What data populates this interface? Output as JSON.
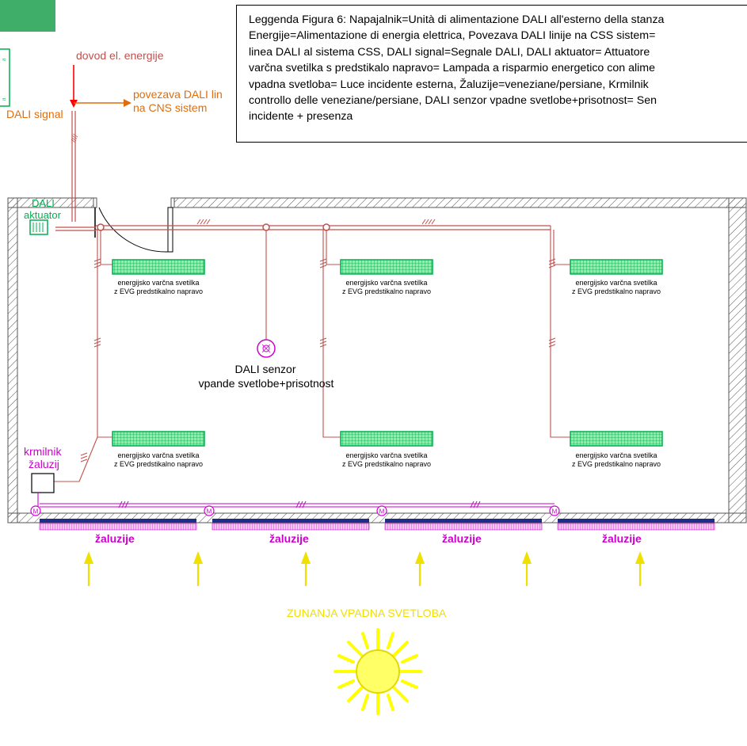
{
  "legend": {
    "lines": [
      "Leggenda Figura 6: Napajalnik=Unità di alimentazione DALI all'esterno della stanza",
      "Energije=Alimentazione di energia elettrica, Povezava DALI linije na CSS sistem=",
      "linea DALI al sistema CSS, DALI signal=Segnale DALI, DALI aktuator= Attuatore",
      "varčna svetilka s predstikalo napravo= Lampada a risparmio energetico con alime",
      "vpadna svetloba= Luce incidente esterna, Žaluzije=veneziane/persiane, Krmilnik",
      "controllo delle veneziane/persiane, DALI senzor vpadne svetlobe+prisotnost= Sen",
      "incidente + presenza"
    ]
  },
  "labels": {
    "power_supply": "dovod el. energije",
    "cns_link_1": "povezava DALI lin",
    "cns_link_2": "na CNS sistem",
    "dali_signal": "DALI signal",
    "actuator_1": "DALI",
    "actuator_2": "aktuator",
    "sensor_1": "DALI senzor",
    "sensor_2": "vpande svetlobe+prisotnost",
    "blind_controller_1": "krmilnik",
    "blind_controller_2": "žaluzij",
    "exterior_light": "ZUNANJA VPADNA SVETLOBA",
    "motor_symbol": "M"
  },
  "lamps": [
    {
      "line1": "energijsko varčna svetilka",
      "line2": "z EVG predstikalno napravo"
    },
    {
      "line1": "energijsko varčna svetilka",
      "line2": "z EVG predstikalno napravo"
    },
    {
      "line1": "energijsko varčna svetilka",
      "line2": "z EVG predstikalno napravo"
    },
    {
      "line1": "energijsko varčna svetilka",
      "line2": "z EVG predstikalno napravo"
    },
    {
      "line1": "energijsko varčna svetilka",
      "line2": "z EVG predstikalno napravo"
    },
    {
      "line1": "energijsko varčna svetilka",
      "line2": "z EVG predstikalno napravo"
    }
  ],
  "blinds": [
    {
      "label": "žaluzije"
    },
    {
      "label": "žaluzije"
    },
    {
      "label": "žaluzije"
    },
    {
      "label": "žaluzije"
    }
  ],
  "colors": {
    "cable": "#c0504d",
    "cns_link": "#e36c0a",
    "power_arrow": "#ff0000",
    "lamp_green": "#00b050",
    "header_green": "#3fae68",
    "actuator_green": "#00b050",
    "blind_magenta": "#cc00cc",
    "blind_bar": "#1f2d8a",
    "sun_yellow": "#ffff00",
    "light_arrow_yellow": "#f0e000",
    "wall_hatch": "#555555"
  }
}
